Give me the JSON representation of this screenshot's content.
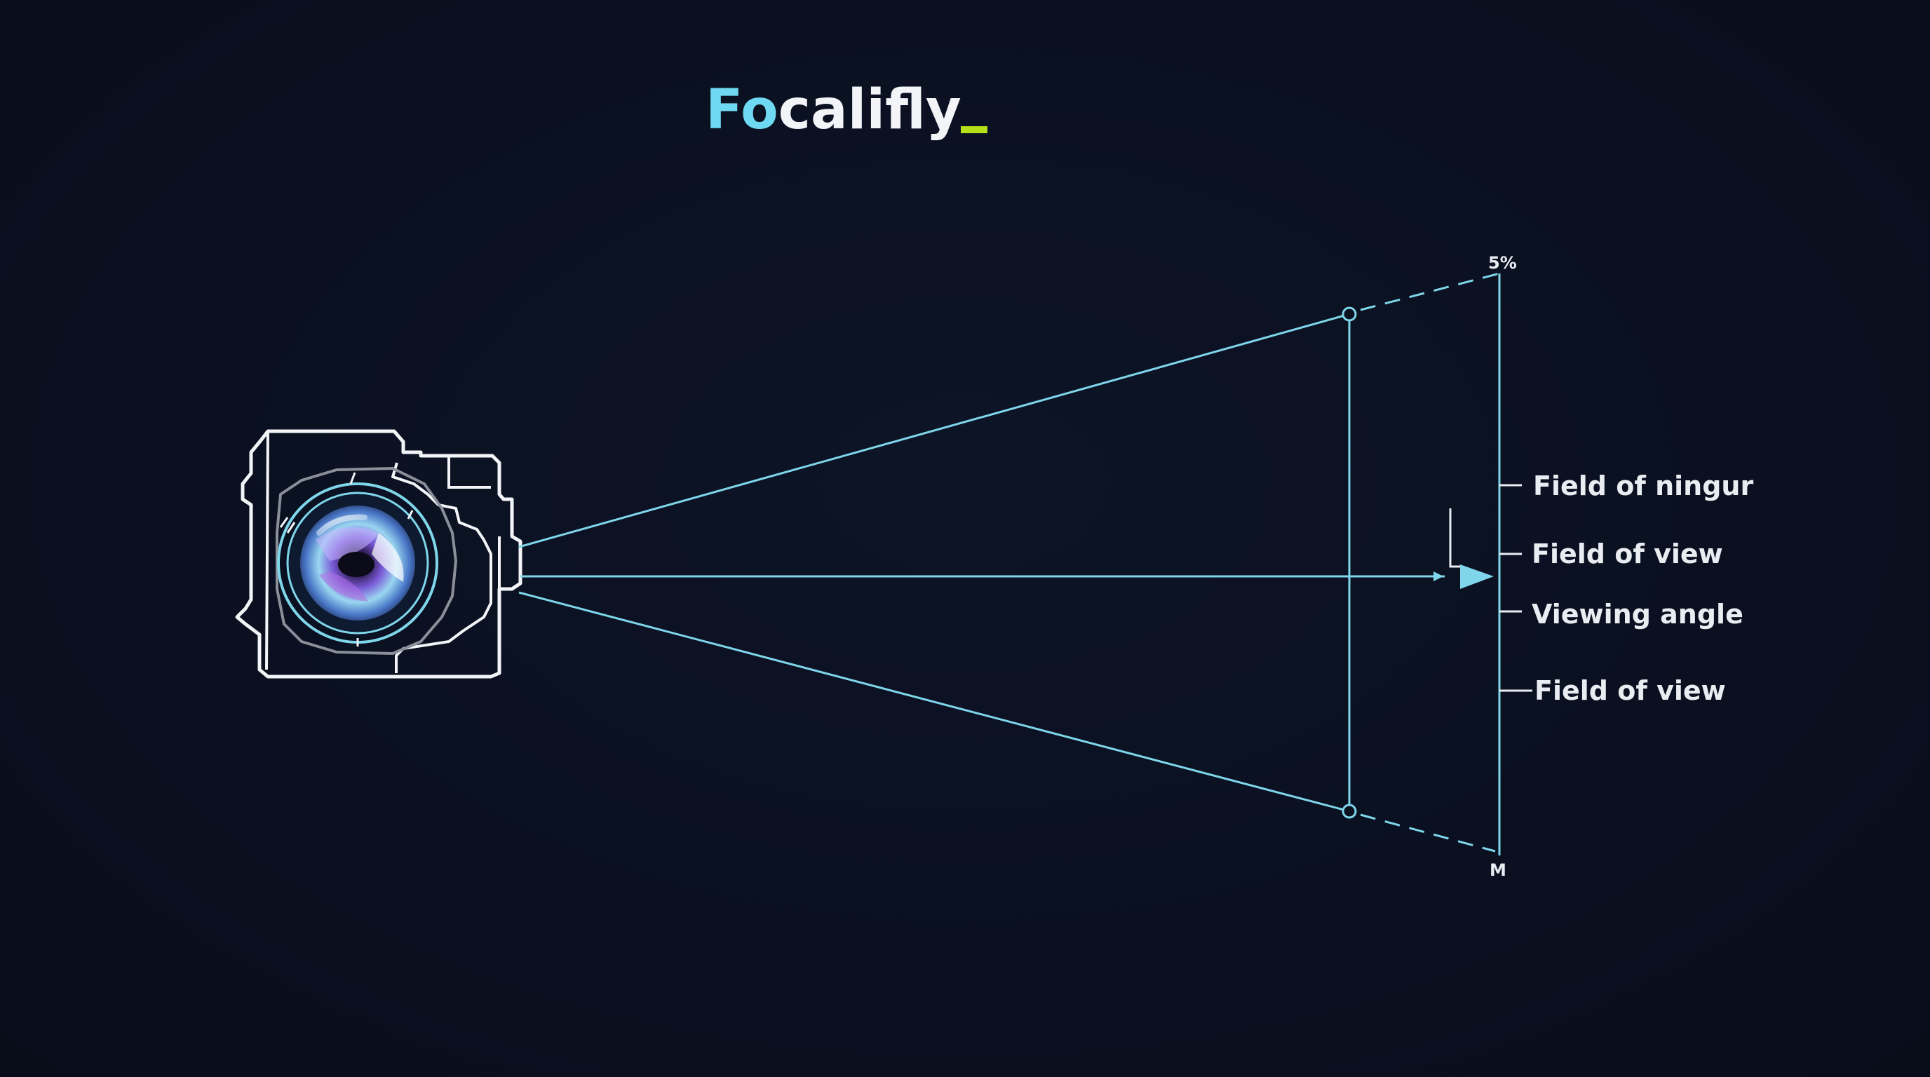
{
  "logo": {
    "highlight": "Fo",
    "rest": "califly",
    "highlight_color": "#6fd8f2",
    "cursor_color": "#b6e018"
  },
  "diagram": {
    "line_color": "#7fd6ea",
    "top_marker": "5%",
    "bottom_marker": "M",
    "labels": [
      "Field of ningur",
      "Field of view",
      "Viewing angle",
      "Field of view"
    ]
  },
  "icons": {
    "camera": "camera-outline-icon",
    "lens": "camera-lens-icon",
    "arrow": "arrowhead-icon"
  }
}
